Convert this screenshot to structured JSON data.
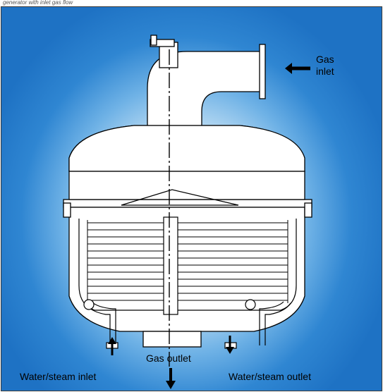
{
  "caption_fragment": "generator with inlet gas flow",
  "labels": {
    "gas_inlet_line1": "Gas",
    "gas_inlet_line2": "inlet",
    "gas_outlet": "Gas outlet",
    "water_steam_inlet": "Water/steam inlet",
    "water_steam_outlet": "Water/steam outlet"
  },
  "colors": {
    "background_center": "#ffffff",
    "background_edge": "#1e72c4",
    "line": "#000000",
    "vessel_fill": "#ffffff"
  }
}
